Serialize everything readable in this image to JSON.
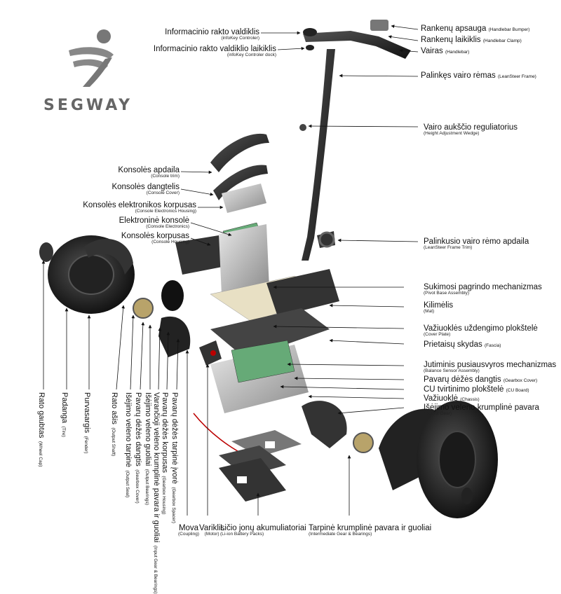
{
  "brand": "SEGWAY",
  "right_labels": [
    {
      "lt": "Rankenų apsauga",
      "en": "(Handlebar Bumper)"
    },
    {
      "lt": "Rankenų laikiklis",
      "en": "(Handlebar Clamp)"
    },
    {
      "lt": "Vairas",
      "en": "(Handlebar)"
    },
    {
      "lt": "Palinkęs vairo rėmas",
      "en": "(LeanSteer Frame)"
    },
    {
      "lt": "Vairo aukščio reguliatorius",
      "en": "(Height Adjustment Wedge)"
    },
    {
      "lt": "Palinkusio vairo rėmo apdaila",
      "en": "(LeanSteer Frame Trim)"
    },
    {
      "lt": "Sukimosi pagrindo mechanizmas",
      "en": "(Pivot Base Assembly)"
    },
    {
      "lt": "Kilimėlis",
      "en": "(Mat)"
    },
    {
      "lt": "Važiuoklės uždengimo plokštelė",
      "en": "(Cover Plate)"
    },
    {
      "lt": "Prietaisų skydas",
      "en": "(Fascia)"
    },
    {
      "lt": "Jutiminis pusiausvyros mechanizmas",
      "en": "(Balance Sensor Assembly)"
    },
    {
      "lt": "Pavarų dėžės dangtis",
      "en": "(Gearbox Cover)"
    },
    {
      "lt": "CU tvirtinimo plokštelė",
      "en": "(CU Board)"
    },
    {
      "lt": "Važiuoklė",
      "en": "(Chassis)"
    },
    {
      "lt": "Išėjimo veleno krumplinė pavara",
      "en": "(Output Gear)"
    }
  ],
  "left_top_labels": [
    {
      "lt": "Informacinio rakto valdiklis",
      "en": "(infoKey Controler)"
    },
    {
      "lt": "Informacinio rakto valdiklio laikiklis",
      "en": "(infoKey Controler dock)"
    }
  ],
  "console_labels": [
    {
      "lt": "Konsolės apdaila",
      "en": "(Console trim)"
    },
    {
      "lt": "Konsolės dangtelis",
      "en": "(Console Cover)"
    },
    {
      "lt": "Konsolės elektronikos korpusas",
      "en": "(Console Electronics Housing)"
    },
    {
      "lt": "Elektroninė konsolė",
      "en": "(Console Electronics)"
    },
    {
      "lt": "Konsolės korpusas",
      "en": "(Console Housing)"
    }
  ],
  "vertical_labels": [
    {
      "lt": "Rato gaubtas",
      "en": "(Wheel Cap)"
    },
    {
      "lt": "Padanga",
      "en": "(Tire)"
    },
    {
      "lt": "Purvasargis",
      "en": "(Fender)"
    },
    {
      "lt": "Rato ašis",
      "en": "(Output Shaft)"
    },
    {
      "lt": "Išėjimo veleno tarpinė",
      "en": "(Output Seal)"
    },
    {
      "lt": "Pavarų dėžės dangtis",
      "en": "(Gearbox Cover)"
    },
    {
      "lt": "Išėjimo veleno guoliai",
      "en": "(Output Bearings)"
    },
    {
      "lt": "Varančioji veleno krumplinė pavara ir guoliai",
      "en": "(Input Gear & Bearings)"
    },
    {
      "lt": "Pavarų dėžės korpusas",
      "en": "(Gearbox Housing)"
    },
    {
      "lt": "Pavarų dėžės tarpinė įvorė",
      "en": "(Gearbox Spacer)"
    }
  ],
  "bottom_labels": [
    {
      "lt": "Mova",
      "en": "(Coupling)"
    },
    {
      "lt": "Variklis",
      "en": "(Motor)"
    },
    {
      "lt": "Ličio jonų akumuliatoriai",
      "en": "(Li-ion Battery Packs)"
    },
    {
      "lt": "Tarpinė krumplinė pavara ir guoliai",
      "en": "(Intermediate Gear & Bearings)"
    }
  ]
}
